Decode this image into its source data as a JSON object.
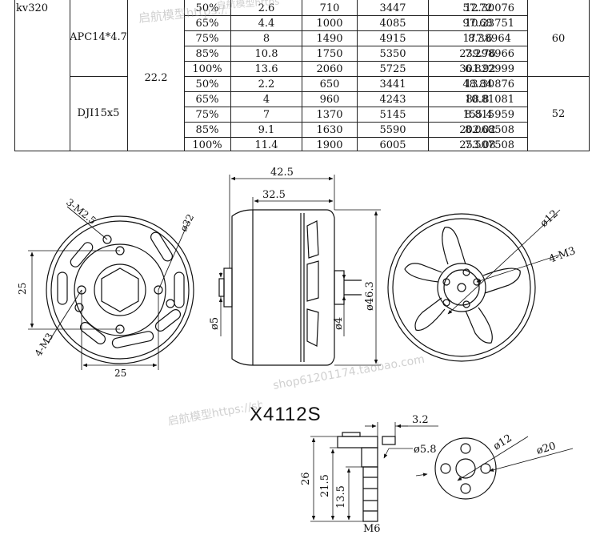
{
  "table": {
    "kv": "kv320",
    "voltage": "22.2",
    "groups": [
      {
        "prop": "APC14*4.7",
        "temp": "60",
        "rows": [
          [
            "50%",
            "2.6",
            "710",
            "3447",
            "57.72",
            "12.30076"
          ],
          [
            "65%",
            "4.4",
            "1000",
            "4085",
            "97.68",
            "10.23751"
          ],
          [
            "75%",
            "8",
            "1490",
            "4915",
            "177.6",
            "8.38964"
          ],
          [
            "85%",
            "10.8",
            "1750",
            "5350",
            "239.76",
            "7.298966"
          ],
          [
            "100%",
            "13.6",
            "2060",
            "5725",
            "301.92",
            "6.822999"
          ]
        ]
      },
      {
        "prop": "DJI15x5",
        "temp": "52",
        "rows": [
          [
            "50%",
            "2.2",
            "650",
            "3441",
            "48.84",
            "13.30876"
          ],
          [
            "65%",
            "4",
            "960",
            "4243",
            "88.8",
            "10.81081"
          ],
          [
            "75%",
            "7",
            "1370",
            "5145",
            "155.4",
            "8.815959"
          ],
          [
            "85%",
            "9.1",
            "1630",
            "5590",
            "202.02",
            "8.068508"
          ],
          [
            "100%",
            "11.4",
            "1900",
            "6005",
            "253.08",
            "7.507508"
          ]
        ]
      }
    ]
  },
  "front_view": {
    "label_screws_top": "3-M2.5",
    "label_screws_bottom": "4-M3",
    "dim_circle": "ø32",
    "dim_vertical": "25",
    "dim_horizontal": "25"
  },
  "side_view": {
    "dim_overall_length": "42.5",
    "dim_body_length": "32.5",
    "dim_shaft": "ø5",
    "dim_mount_shaft": "ø4",
    "dim_diameter": "ø46.3"
  },
  "rear_view": {
    "dim_circle": "ø12",
    "label_screws": "4-M3"
  },
  "model": "X4112S",
  "adapter": {
    "dim_top": "3.2",
    "dim_bore": "ø5.8",
    "dim_height": "26",
    "dim_thread_len": "21.5",
    "dim_lower": "13.5",
    "dim_thread": "M6",
    "dim_circle_small": "ø12",
    "dim_circle_large": "ø20"
  },
  "watermarks": [
    "启航模型https://shop61201174.taobao.com",
    "启航模型https://shop61201174.taobao.com",
    "shop61201174.taobao.com",
    "启航模型https://s"
  ]
}
